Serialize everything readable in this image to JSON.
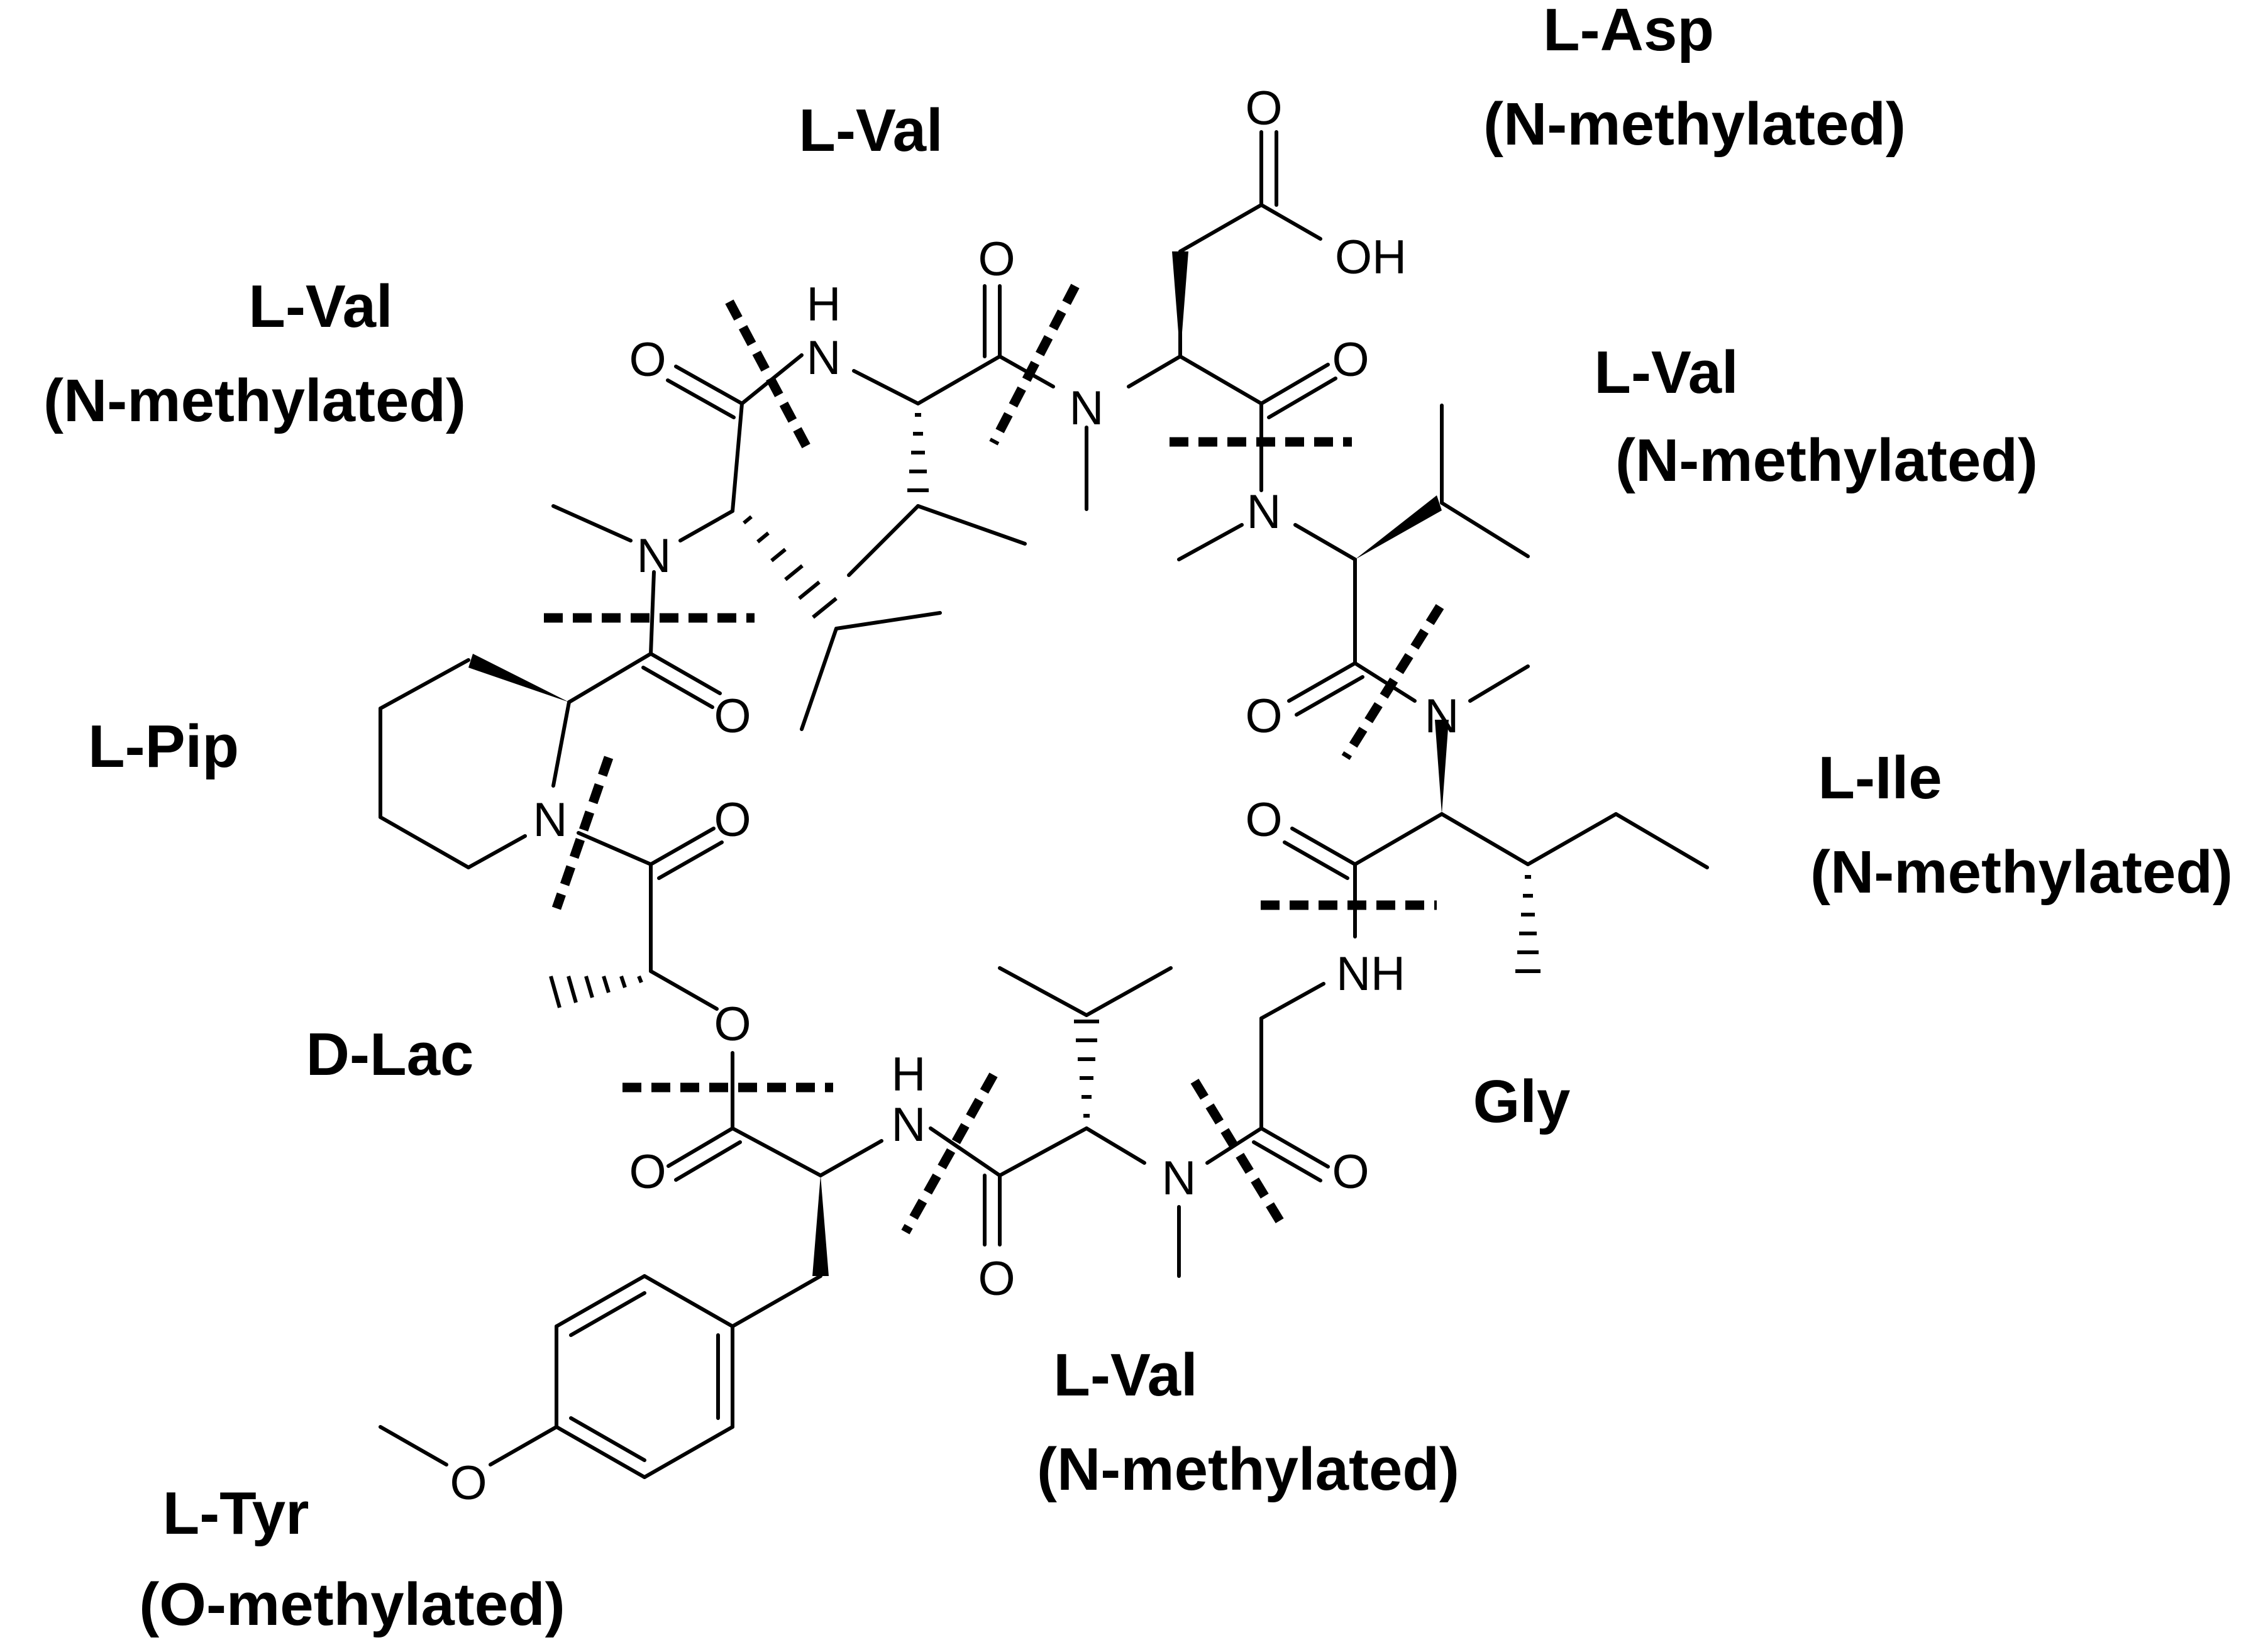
{
  "residues": {
    "asp": {
      "name": "L-Asp",
      "mod": "(N-methylated)"
    },
    "val_top": {
      "name": "L-Val"
    },
    "val_upper_left": {
      "name": "L-Val",
      "mod": "(N-methylated)"
    },
    "val_right": {
      "name": "L-Val",
      "mod": "(N-methylated)"
    },
    "pip": {
      "name": "L-Pip"
    },
    "ile": {
      "name": "L-Ile",
      "mod": "(N-methylated)"
    },
    "lac": {
      "name": "D-Lac"
    },
    "gly": {
      "name": "Gly"
    },
    "val_bottom": {
      "name": "L-Val",
      "mod": "(N-methylated)"
    },
    "tyr": {
      "name": "L-Tyr",
      "mod": "(O-methylated)"
    }
  },
  "atoms": {
    "oxygen": "O",
    "nitrogen": "N",
    "hydrogen": "H",
    "hydroxyl": "OH",
    "amine_h": "NH"
  },
  "colors": {
    "ink": "#000000",
    "background": "#ffffff"
  }
}
